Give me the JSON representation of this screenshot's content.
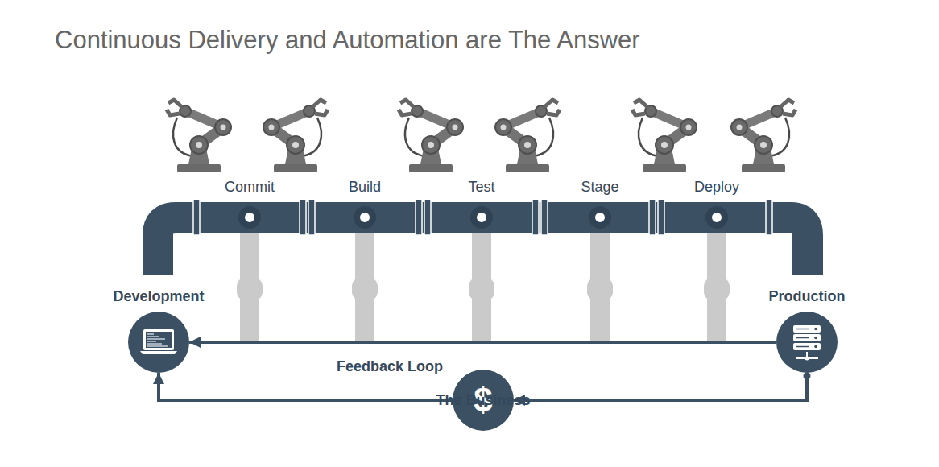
{
  "diagram": {
    "title": "Continuous Delivery and Automation are The Answer",
    "nodes": [
      {
        "text": [
          "Development"
        ]
      },
      {
        "text": [
          "Production"
        ]
      },
      {
        "text": [
          "$",
          "The Business"
        ]
      }
    ],
    "edges": [
      {
        "from": 1,
        "to": 0,
        "arrow": "to",
        "label": "Feedback Loop"
      },
      {
        "from": 1,
        "to": 2,
        "arrow": "to"
      },
      {
        "from": 2,
        "to": 0,
        "arrow": "to"
      }
    ],
    "labels": [
      "Commit",
      "Build",
      "Test",
      "Stage",
      "Deploy"
    ]
  }
}
